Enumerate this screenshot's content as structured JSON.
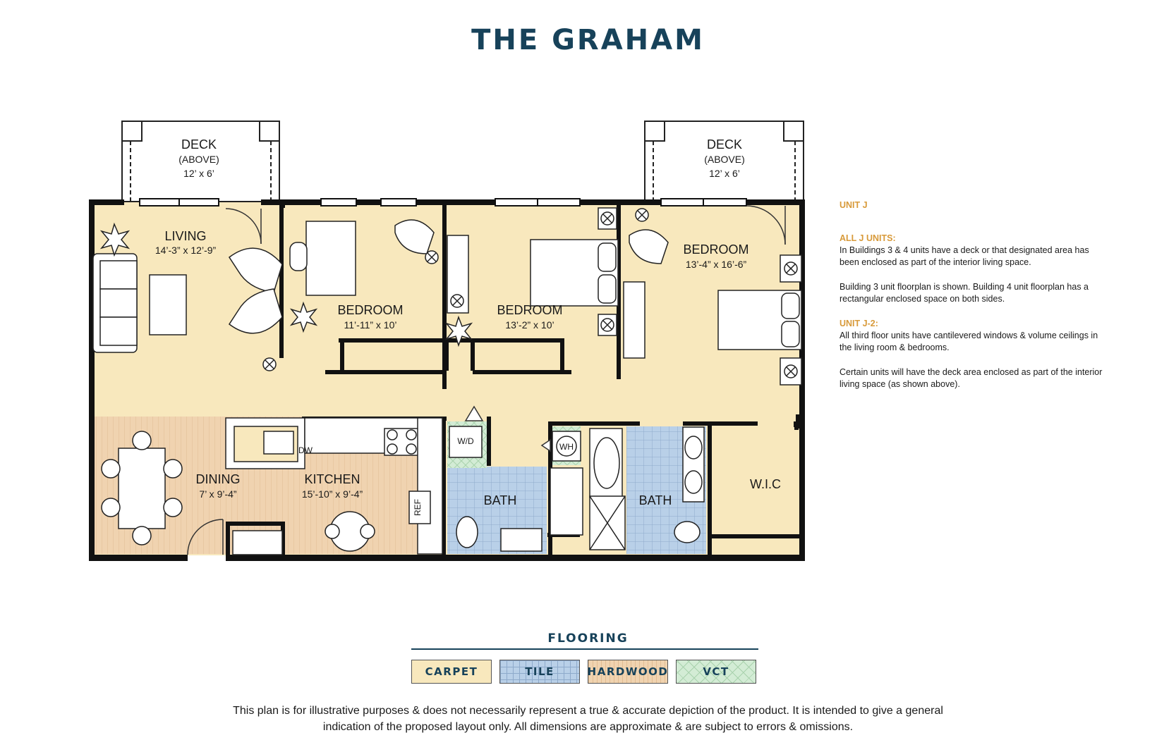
{
  "title": "THE GRAHAM",
  "rooms": {
    "deck_left": {
      "name": "DECK",
      "note": "(ABOVE)",
      "dim": "12’ x 6’"
    },
    "deck_right": {
      "name": "DECK",
      "note": "(ABOVE)",
      "dim": "12’ x 6’"
    },
    "living": {
      "name": "LIVING",
      "dim": "14’-3” x 12’-9”"
    },
    "bedroom_1": {
      "name": "BEDROOM",
      "dim": "11’-11” x 10’"
    },
    "bedroom_2": {
      "name": "BEDROOM",
      "dim": "13’-2” x 10’"
    },
    "bedroom_master": {
      "name": "BEDROOM",
      "dim": "13’-4” x 16’-6”"
    },
    "dining": {
      "name": "DINING",
      "dim": "7’ x 9’-4”"
    },
    "kitchen": {
      "name": "KITCHEN",
      "dim": "15’-10” x 9’-4”"
    },
    "bath_1": {
      "name": "BATH"
    },
    "bath_2": {
      "name": "BATH"
    },
    "wic": {
      "name": "W.I.C"
    }
  },
  "appliances": {
    "dw": "DW",
    "ref": "REF",
    "wd": "W/D",
    "wh": "WH"
  },
  "notes": {
    "unit_heading": "UNIT J",
    "all_units_heading": "ALL J UNITS:",
    "all_units_p1": "In Buildings 3 & 4 units have a deck or that designated area has been enclosed as part of the interior living space.",
    "all_units_p2": "Building 3 unit floorplan is shown. Building 4 unit floorplan has a rectangular enclosed space on both sides.",
    "j2_heading": "UNIT J-2:",
    "j2_p1": "All third floor units have cantilevered windows & volume ceilings in the living room & bedrooms.",
    "j2_p2": "Certain units will have the deck area enclosed as part of the interior living space (as shown above)."
  },
  "flooring": {
    "heading": "FLOORING",
    "carpet": "CARPET",
    "tile": "TILE",
    "hardwood": "HARDWOOD",
    "vct": "VCT"
  },
  "disclaimer": {
    "line1": "This plan is for illustrative purposes & does not necessarily represent a true & accurate depiction of the product. It is intended to give a general",
    "line2": "indication of the proposed layout only. All dimensions are approximate & are subject to errors & omissions."
  },
  "colors": {
    "title": "#17425a",
    "accent": "#d89a3a",
    "carpet": "#f8e8bd",
    "tile": "#b9d0e8",
    "hardwood": "#f0d3b0",
    "vct": "#d3ecd5"
  }
}
